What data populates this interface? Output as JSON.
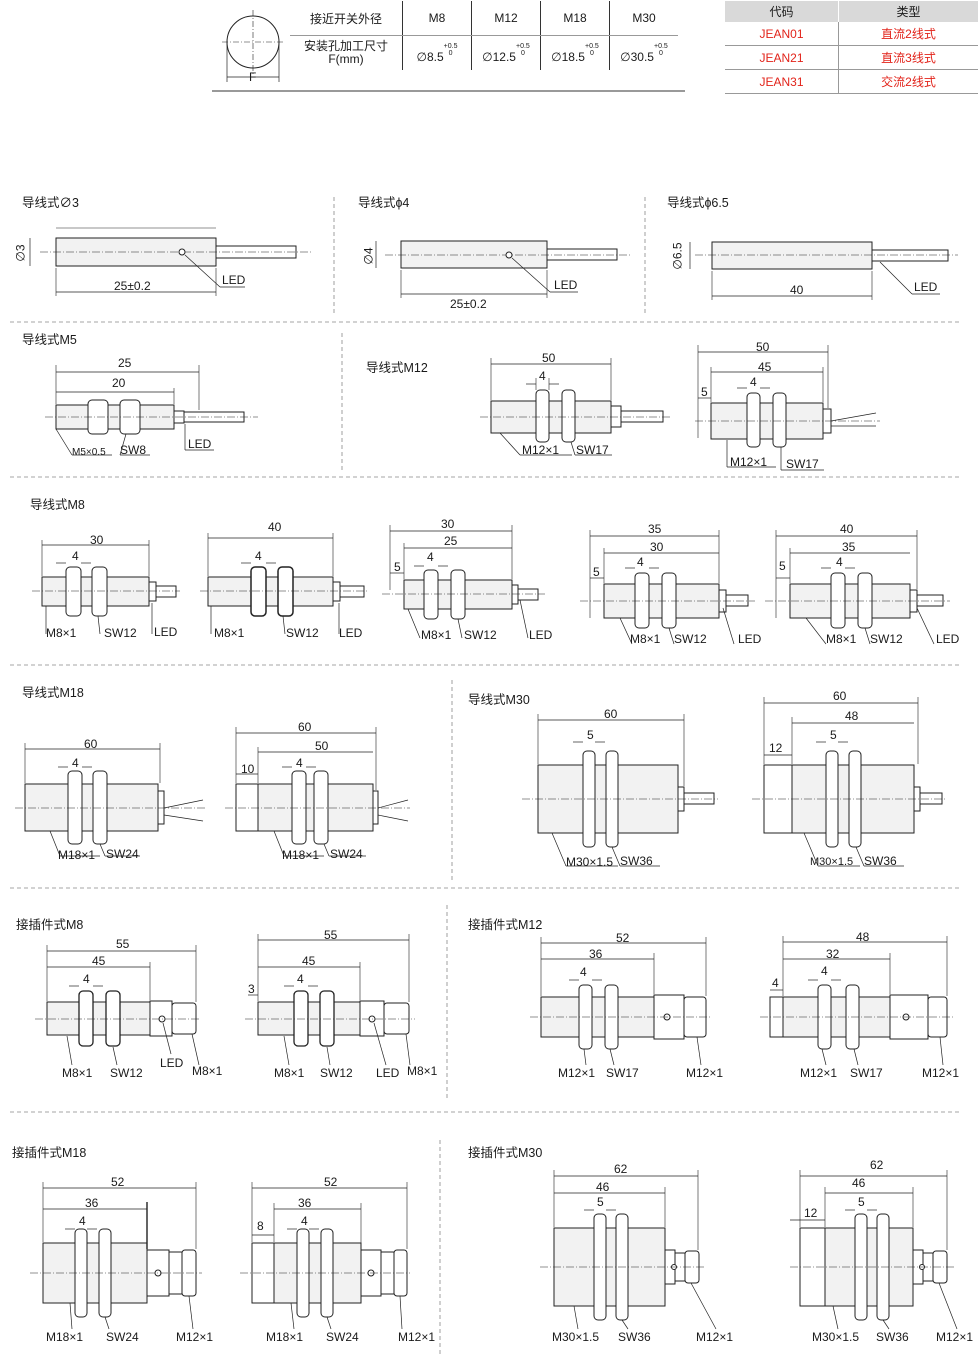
{
  "spec_table": {
    "row1_header": "接近开关外径",
    "sizes": [
      "M8",
      "M12",
      "M18",
      "M30"
    ],
    "row2_header_line1": "安装孔加工尺寸",
    "row2_header_line2": "F(mm)",
    "holes": [
      "∅8.5",
      "∅12.5",
      "∅18.5",
      "∅30.5"
    ],
    "tol_upper": "+0.5",
    "tol_lower": "0",
    "circle_label": "F"
  },
  "code_table": {
    "headers": [
      "代码",
      "类型"
    ],
    "rows": [
      {
        "code": "JEAN01",
        "type": "直流2线式"
      },
      {
        "code": "JEAN21",
        "type": "直流3线式"
      },
      {
        "code": "JEAN31",
        "type": "交流2线式"
      }
    ]
  },
  "sections": {
    "s1": "导线式∅3",
    "s2": "导线式ɸ4",
    "s3": "导线式ɸ6.5",
    "s4": "导线式M5",
    "s5": "导线式M12",
    "s6": "导线式M8",
    "s7": "导线式M18",
    "s8": "导线式M30",
    "s9": "接插件式M8",
    "s10": "接插件式M12",
    "s11": "接插件式M18",
    "s12": "接插件式M30"
  },
  "labels": {
    "led": "LED",
    "d3": "∅3",
    "d4": "∅4",
    "d65": "∅6.5",
    "len25": "25±0.2",
    "len40": "40",
    "m5_25": "25",
    "m5_20": "20",
    "m5_thread": "M5×0.5",
    "m5_sw": "SW8",
    "m12a_50": "50",
    "m12a_4": "4",
    "m12_thread": "M12×1",
    "m12_sw": "SW17",
    "m12b_50": "50",
    "m12b_45": "45",
    "m12b_5": "5",
    "m12b_4": "4",
    "m8a_30": "30",
    "m8a_4": "4",
    "m8b_40": "40",
    "m8b_4": "4",
    "m8c_30": "30",
    "m8c_25": "25",
    "m8c_5": "5",
    "m8c_4": "4",
    "m8d_35": "35",
    "m8d_30": "30",
    "m8d_5": "5",
    "m8d_4": "4",
    "m8e_40": "40",
    "m8e_35": "35",
    "m8e_5": "5",
    "m8e_4": "4",
    "m8_thread": "M8×1",
    "m8_sw": "SW12",
    "m18a_60": "60",
    "m18a_4": "4",
    "m18b_60": "60",
    "m18b_50": "50",
    "m18b_10": "10",
    "m18b_4": "4",
    "m18_thread": "M18×1",
    "m18_sw": "SW24",
    "m30a_60": "60",
    "m30a_5": "5",
    "m30b_60": "60",
    "m30b_48": "48",
    "m30b_12": "12",
    "m30b_5": "5",
    "m30_thread": "M30×1.5",
    "m30_sw": "SW36",
    "c8a_55": "55",
    "c8a_45": "45",
    "c8a_4": "4",
    "c8b_55": "55",
    "c8b_45": "45",
    "c8b_3": "3",
    "c8b_4": "4",
    "c12a_52": "52",
    "c12a_36": "36",
    "c12a_4": "4",
    "c12b_48": "48",
    "c12b_32": "32",
    "c12b_4a": "4",
    "c12b_4b": "4",
    "c18a_52": "52",
    "c18a_36": "36",
    "c18a_4": "4",
    "c18b_52": "52",
    "c18b_36": "36",
    "c18b_8": "8",
    "c18b_4": "4",
    "c30a_62": "62",
    "c30a_46": "46",
    "c30a_5": "5",
    "c30b_62": "62",
    "c30b_46": "46",
    "c30b_12": "12",
    "c30b_5": "5",
    "m12_conn": "M12×1",
    "m8_conn": "M8×1"
  }
}
